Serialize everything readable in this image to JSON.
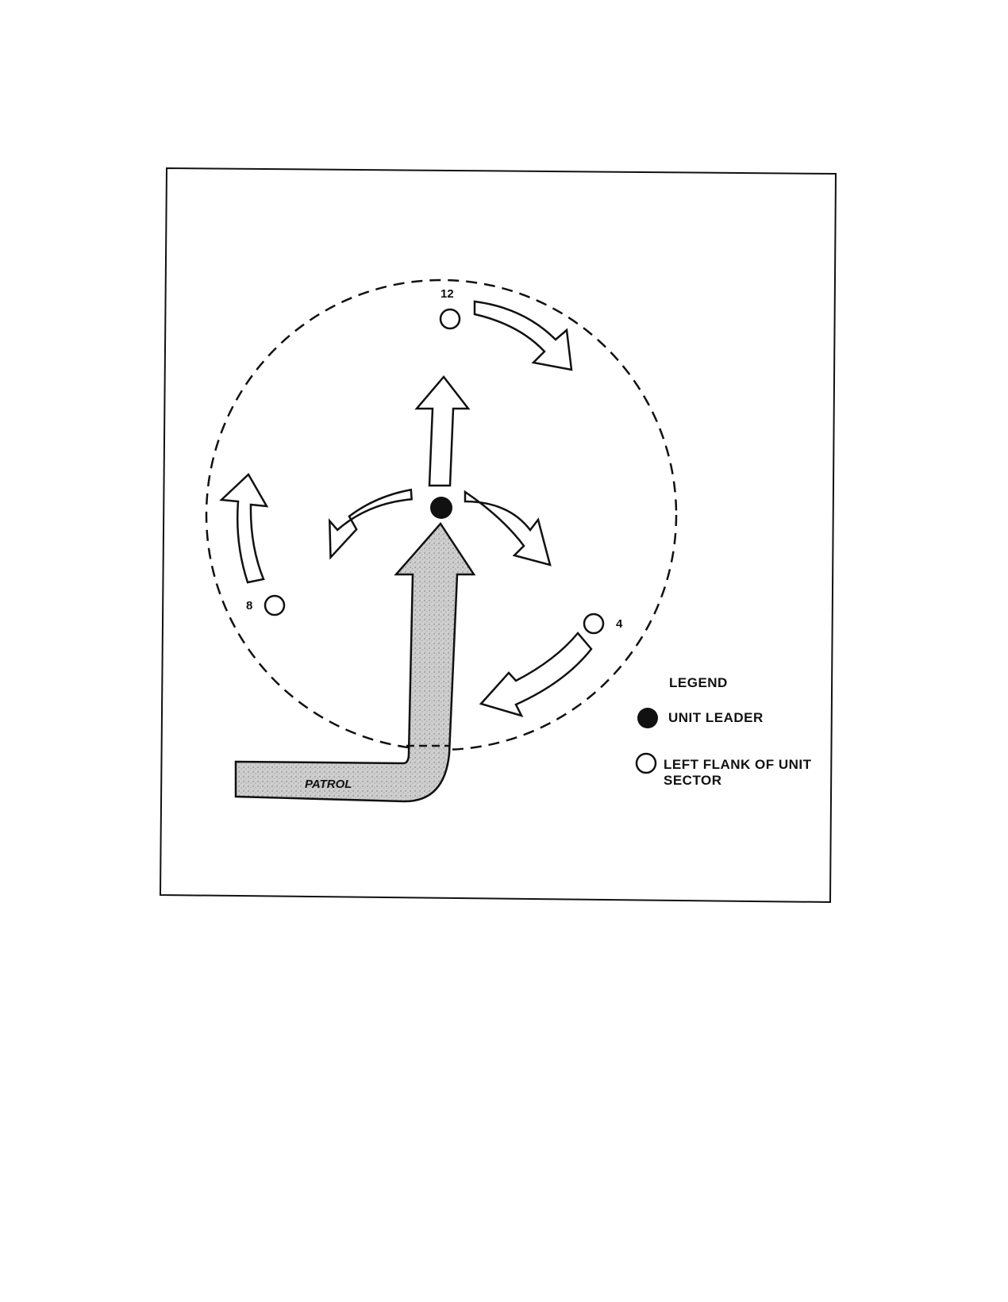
{
  "figure": {
    "clock_labels": {
      "twelve": "12",
      "four": "4",
      "eight": "8"
    },
    "patrol_label": "PATROL",
    "legend": {
      "title": "LEGEND",
      "unit_leader": "UNIT LEADER",
      "left_flank_line1": "LEFT FLANK OF UNIT",
      "left_flank_line2": "SECTOR"
    }
  },
  "colors": {
    "ink": "#111111",
    "patrol_fill": "#c9c9c9",
    "background": "#ffffff"
  }
}
